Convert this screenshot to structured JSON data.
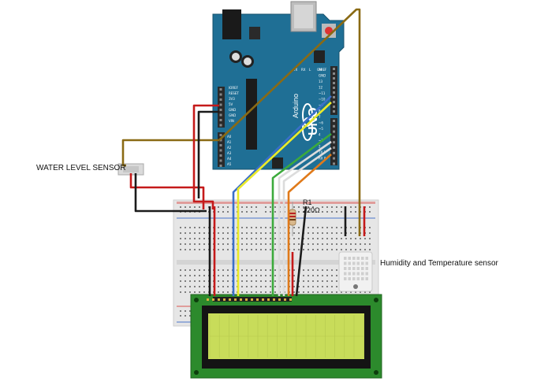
{
  "labels": {
    "water_sensor": "WATER LEVEL SENSOR",
    "humidity_sensor": "Humidity and Temperature sensor",
    "resistor_ref": "R1",
    "resistor_value": "220Ω"
  },
  "arduino": {
    "brand": "Arduino",
    "model": "UNO",
    "left_header_labels": [
      "IOREF",
      "RESET",
      "3V3",
      "5V",
      "GND",
      "GND",
      "VIN"
    ],
    "analog_labels": [
      "A0",
      "A1",
      "A2",
      "A3",
      "A4",
      "A5"
    ],
    "right_header_labels": [
      "AREF",
      "GND",
      "13",
      "12",
      "~11",
      "~10",
      "~9",
      "8",
      "7",
      "~6",
      "~5",
      "4",
      "~3",
      "2",
      "TX 1",
      "RX 0"
    ],
    "led_labels": [
      "TX",
      "RX",
      "L",
      "ON"
    ]
  },
  "colors": {
    "board": "#1f6f95",
    "board_dark": "#15506c",
    "lcd_pcb": "#2c8a2c",
    "lcd_screen": "#c8dc5a",
    "breadboard": "#e9e9e9",
    "wire_red": "#c51a1a",
    "wire_black": "#1b1b1b",
    "wire_brown": "#8a6a14",
    "wire_blue": "#3a6fc9",
    "wire_yellow": "#eaea2a",
    "wire_green": "#3caa3c",
    "wire_white": "#dcdcdc",
    "wire_orange": "#e07a1a"
  }
}
